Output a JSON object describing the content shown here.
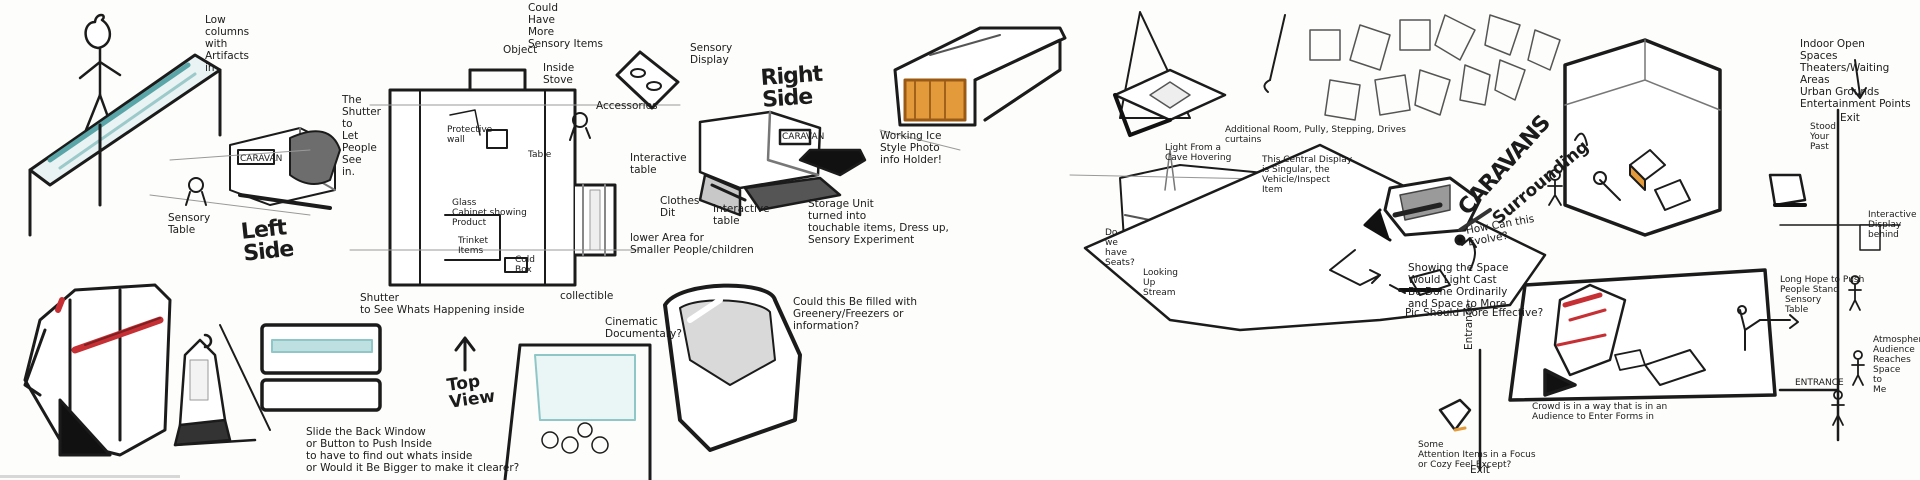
{
  "colors": {
    "ink": "#1b1b1b",
    "red": "#c62f33",
    "orange": "#e39a3a",
    "teal": "#8fc7c8",
    "grey": "#9a9a9a",
    "paper": "#fdfdfb"
  },
  "notes": {
    "low_columns": "Low\ncolumns\nwith\nArtifacts\nin",
    "shutter": "The\nShutter\nto\nLet\nPeople\nSee\nin.",
    "caravan_label_left": "CARAVAN",
    "sensory_table": "Sensory\nTable",
    "left_side": "Left\nSide",
    "could_have_more": "Could\nHave\nMore\nSensory Items",
    "object": "Object",
    "inside_stove": "Inside\nStove",
    "protective_wall": "Protective\nwall",
    "table": "Table",
    "glass": "Glass\nCabinet showing\nProduct",
    "trinket": "Trinket\nItems",
    "cold_box": "Cold\nBox",
    "shutter_to_see": "Shutter\nto See Whats Happening inside",
    "collectible": "collectible",
    "lower_area": "lower Area for\nSmaller People/children",
    "interactive_table": "Interactive\ntable",
    "top_view": "Top\nView",
    "sensory_display": "Sensory\nDisplay",
    "right_side": "Right\nSide",
    "accessories": "Accessories",
    "caravan_label_right": "CARAVAN",
    "clothes_hit": "Clothes\nDit",
    "interactive_table_2": "Interactive\ntable",
    "storage_unit": "Storage Unit\nturned into\ntouchable items, Dress up,\nSensory Experiment",
    "working_ice": "Working Ice\nStyle Photo\ninfo Holder!",
    "could_this_be_filled": "Could this Be filled with\nGreenery/Freezers or\ninformation?",
    "cinematic": "Cinematic\nDocumentary?",
    "slide_back_window": "Slide the Back Window\nor Button to Push Inside\nto have to find out whats inside\nor Would it Be Bigger to make it clearer?",
    "additional_room": "Additional Room, Pully, Stepping, Drives\ncurtains",
    "light_from": "Light From a\nCave Hovering",
    "the_central_display": "This Central Display\nis Singular, the\nVehicle/Inspect\nItem",
    "do_we_have": "Do\nwe\nhave\nSeats?",
    "two_views": "Looking\nUp\nStream",
    "caravans_title": "CARAVANS",
    "surrounding": "Surrounding",
    "how_can_this": "How Can this\nEvolve?",
    "showing_the_space": "Showing the Space\nWould Light Cast\nBe Done Ordinarily\nand Space to More",
    "pic_should": "Pic Should More Effective?",
    "entrance_left": "Entrance",
    "exit_bottom": "Exit",
    "some_attention": "Some\nAttention Items in a Focus\nor Cozy Feel Except?",
    "crowd_is": "Crowd is in a way that is in an\nAudience to Enter Forms in",
    "indoor_open": "Indoor Open\nSpaces\nTheaters/Waiting Areas\nUrban Grounds\nEntertainment Points",
    "exit_right": "Exit",
    "stood_your": "Stood\nYour\nPast",
    "entrance_right": "ENTRANCE",
    "interactive_display": "Interactive Display\nbehind",
    "long_hope": "Long Hope to Push\nPeople Stand",
    "sensory": "Sensory\nTable",
    "atmosphere": "Atmosphere\nAudience\nReaches\nSpace\nto\nMe"
  }
}
